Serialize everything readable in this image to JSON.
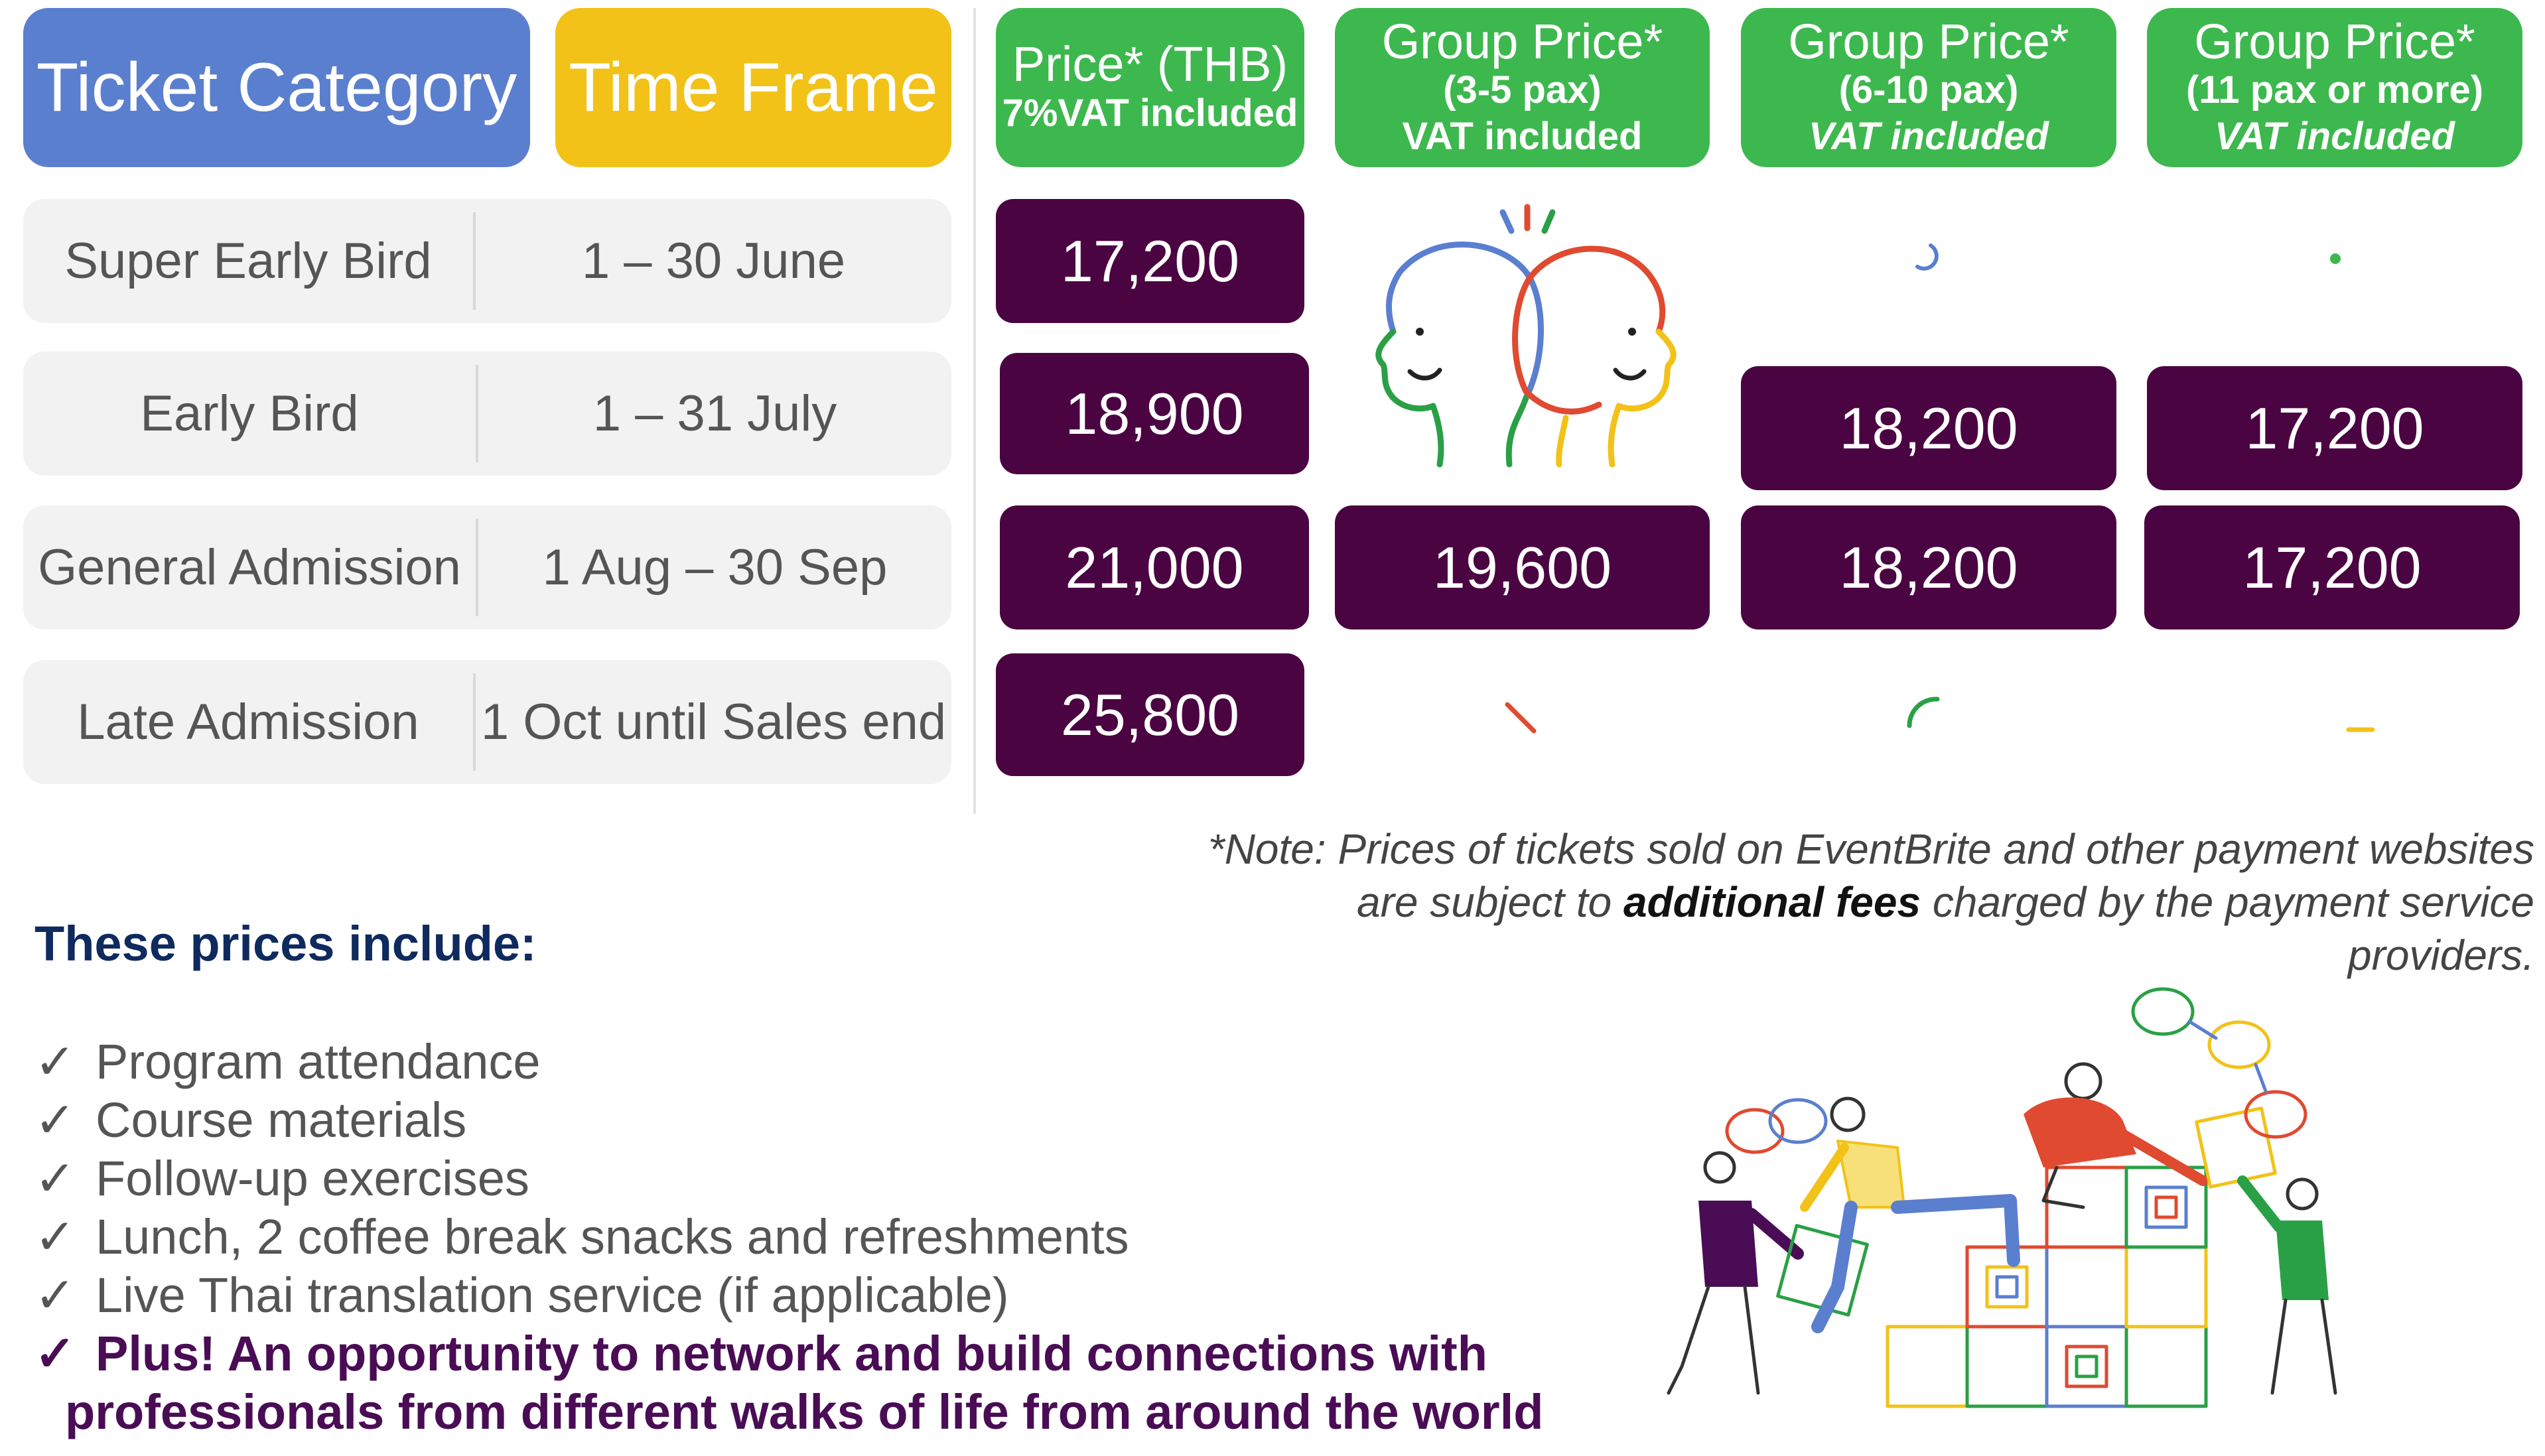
{
  "headers": {
    "ticket_category": "Ticket Category",
    "time_frame": "Time Frame",
    "price": {
      "title": "Price* (THB)",
      "sub": "7%VAT included"
    },
    "group_3_5": {
      "title": "Group Price*",
      "pax": "(3-5 pax)",
      "vat": "VAT included"
    },
    "group_6_10": {
      "title": "Group Price*",
      "pax": "(6-10 pax)",
      "vat": "VAT included"
    },
    "group_11": {
      "title": "Group Price*",
      "pax": "(11 pax or more)",
      "vat": "VAT included"
    }
  },
  "rows": [
    {
      "category": "Super Early Bird",
      "timeframe": "1 – 30 June",
      "price": "17,200"
    },
    {
      "category": "Early Bird",
      "timeframe": "1 – 31 July",
      "price": "18,900",
      "group_6_10": "18,200",
      "group_11": "17,200"
    },
    {
      "category": "General Admission",
      "timeframe": "1 Aug – 30 Sep",
      "price": "21,000",
      "group_3_5": "19,600",
      "group_6_10": "18,200",
      "group_11": "17,200"
    },
    {
      "category": "Late Admission",
      "timeframe": "1 Oct until Sales end",
      "price": "25,800"
    }
  ],
  "note": {
    "line1": "*Note: Prices of tickets sold on EventBrite and other payment websites",
    "line2_before": "are subject to ",
    "line2_bold": "additional fees",
    "line2_after": " charged by the payment service providers."
  },
  "includes": {
    "title": "These prices include:",
    "check": "✓",
    "items": [
      "Program attendance",
      "Course materials",
      "Follow-up exercises",
      "Lunch, 2 coffee break snacks and refreshments",
      "Live Thai translation service (if applicable)"
    ],
    "plus_line1": "Plus! An opportunity to network and build connections with",
    "plus_line2": "professionals from different walks of life from around the world"
  },
  "icons": {
    "two_faces": "two-faces-illustration-icon",
    "team_blocks": "team-building-blocks-illustration-icon",
    "check": "check-mark-icon"
  },
  "colors": {
    "blue": "#5b7fcf",
    "yellow": "#f2c218",
    "green": "#3db84e",
    "purple": "#4b0442",
    "row_bg": "#f2f2f2",
    "navy": "#0e2a5e",
    "plum": "#4a0c55"
  }
}
